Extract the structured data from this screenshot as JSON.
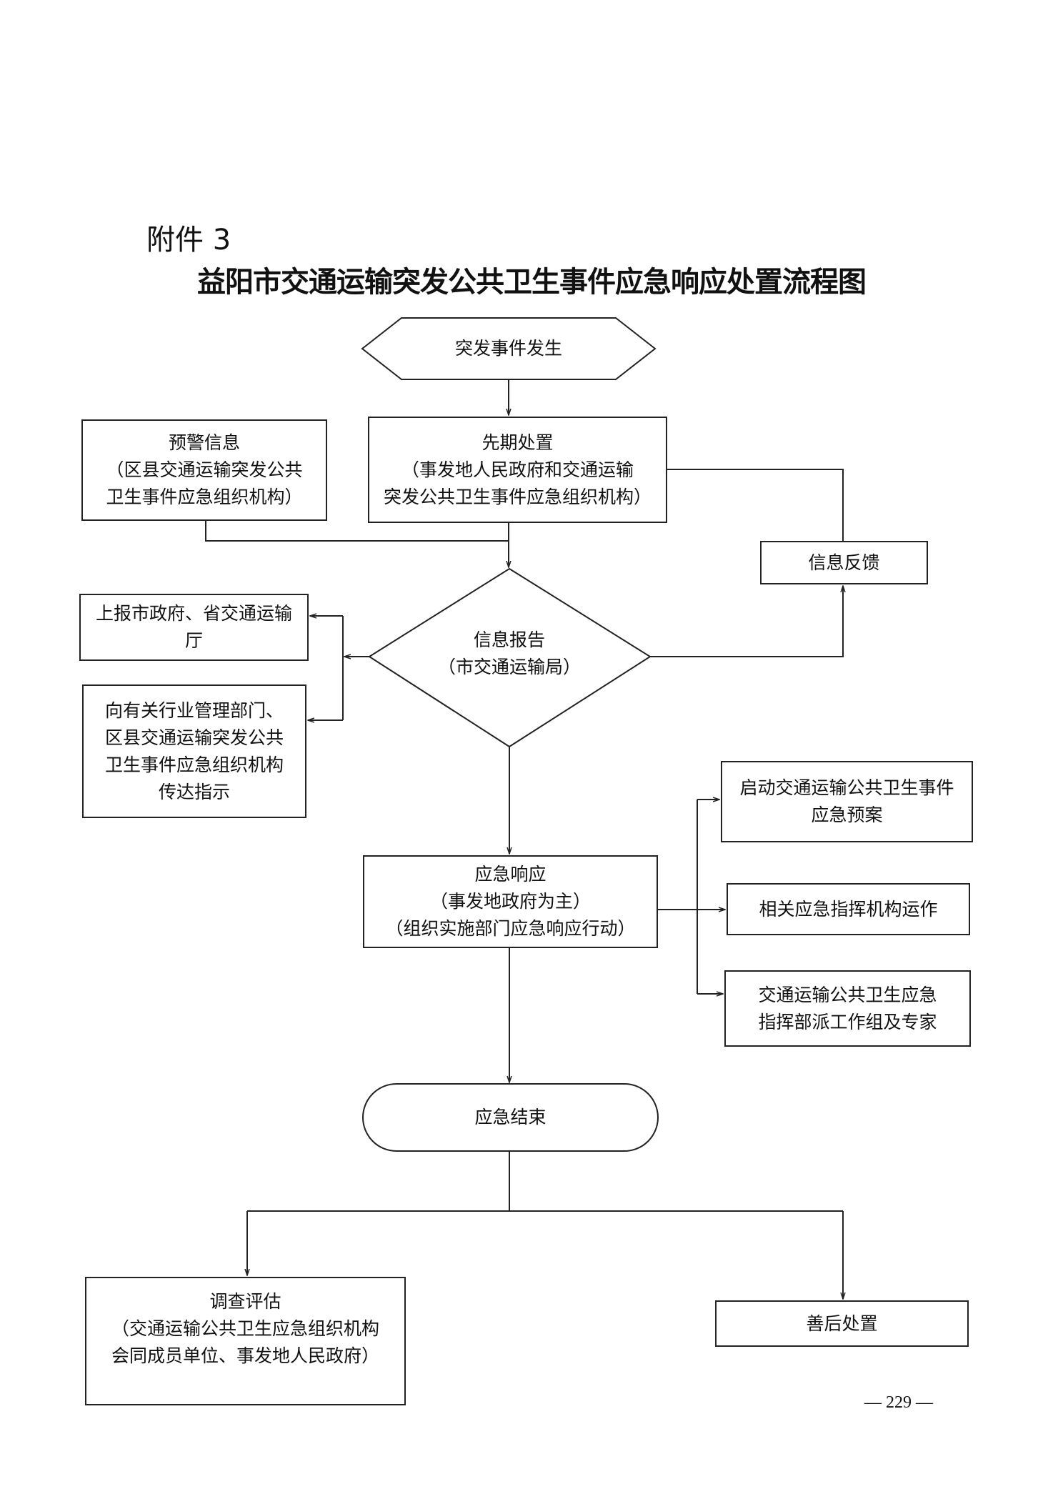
{
  "header": {
    "attachment": "附件 3",
    "title": "益阳市交通运输突发公共卫生事件应急响应处置流程图"
  },
  "nodes": {
    "incident": "突发事件发生",
    "warning": [
      "预警信息",
      "（区县交通运输突发公共",
      "卫生事件应急组织机构）"
    ],
    "initial": [
      "先期处置",
      "（事发地人民政府和交通运输",
      "突发公共卫生事件应急组织机构）"
    ],
    "feedback": "信息反馈",
    "report": [
      "信息报告",
      "（市交通运输局）"
    ],
    "report_up": [
      "上报市政府、省交通运输",
      "厅"
    ],
    "instruct": [
      "向有关行业管理部门、",
      "区县交通运输突发公共",
      "卫生事件应急组织机构",
      "传达指示"
    ],
    "response": [
      "应急响应",
      "（事发地政府为主）",
      "（组织实施部门应急响应行动）"
    ],
    "plan": [
      "启动交通运输公共卫生事件",
      "应急预案"
    ],
    "command": "相关应急指挥机构运作",
    "experts": [
      "交通运输公共卫生应急",
      "指挥部派工作组及专家"
    ],
    "end": "应急结束",
    "investigate": [
      "调查评估",
      "（交通运输公共卫生应急组织机构",
      "会同成员单位、事发地人民政府）"
    ],
    "aftermath": "善后处置"
  },
  "footer": {
    "page_number": "— 229 —"
  }
}
